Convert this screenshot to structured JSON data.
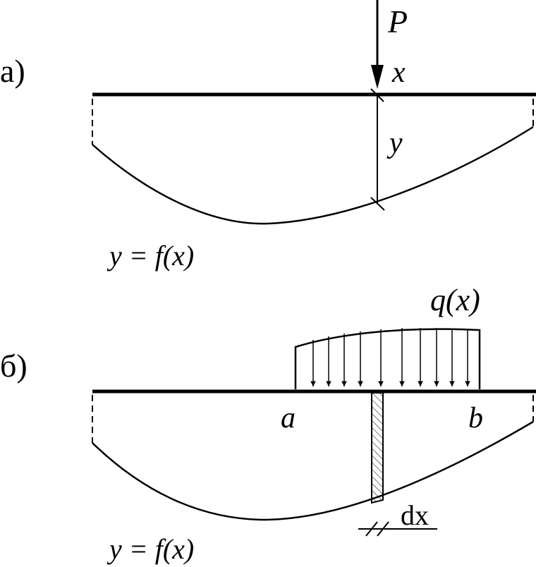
{
  "panels": {
    "a": {
      "label": "а)",
      "load_label": "P",
      "x_label": "x",
      "y_label": "y",
      "function_label": "y = f(x)"
    },
    "b": {
      "label": "б)",
      "load_label": "q(x)",
      "a_label": "a",
      "b_label": "b",
      "dx_label": "dx",
      "function_label": "y = f(x)"
    }
  },
  "colors": {
    "ink": "#000000",
    "paper": "#ffffff"
  }
}
